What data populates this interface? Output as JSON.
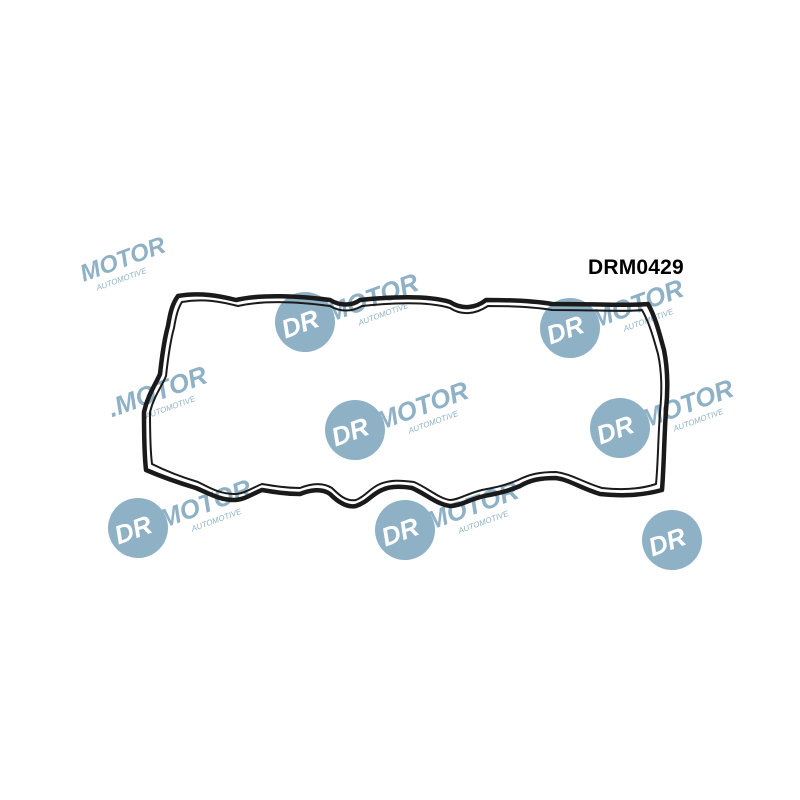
{
  "product": {
    "part_number": "DRM0429"
  },
  "watermark": {
    "brand": "DR.MOTOR",
    "subtitle": "AUTOMOTIVE"
  },
  "colors": {
    "watermark": "#8fb1c6",
    "gasket": "#1a1a1a",
    "background": "#ffffff"
  }
}
